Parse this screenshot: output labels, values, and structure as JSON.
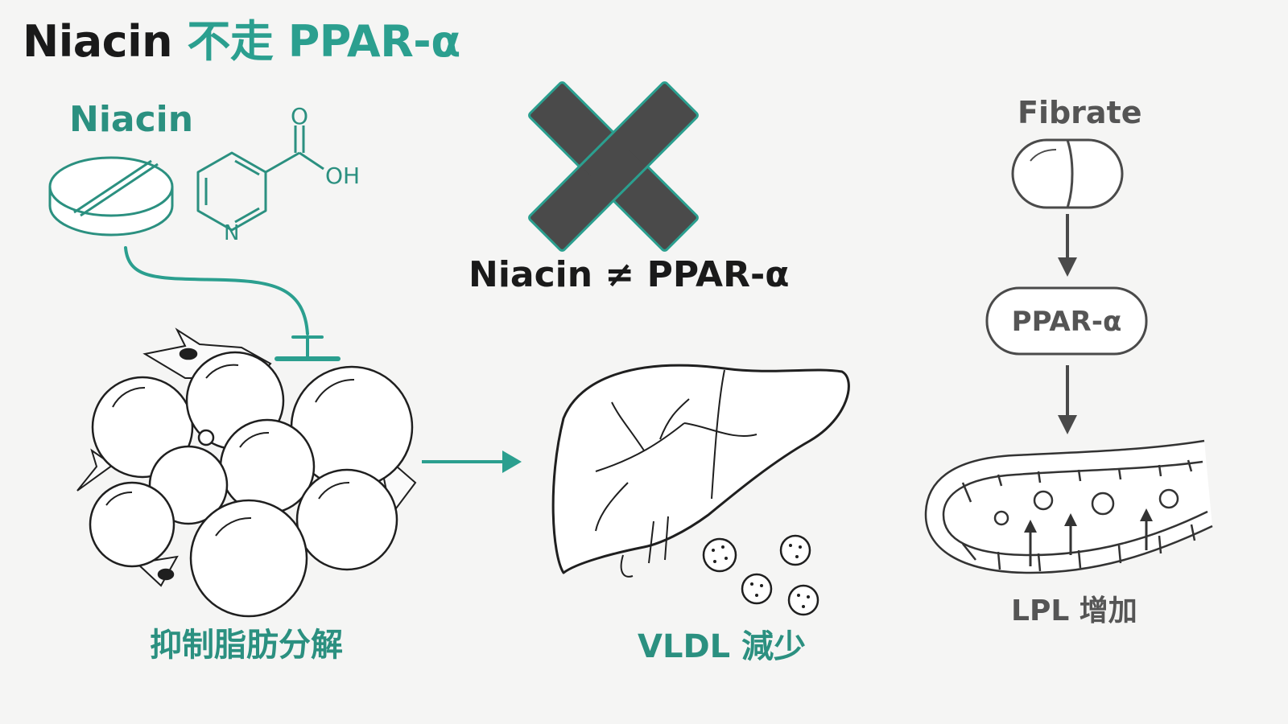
{
  "title": {
    "prefix": "Niacin",
    "suffix": "不走 PPAR-α"
  },
  "niacin": {
    "label": "Niacin",
    "structure": {
      "o_label": "O",
      "oh_label": "OH",
      "n_label": "N"
    },
    "effect_label": "抑制脂肪分解"
  },
  "center": {
    "statement": "Niacin ≠ PPAR-α",
    "icon": "cross-mark-icon"
  },
  "liver": {
    "effect_label": "VLDL 減少"
  },
  "fibrate": {
    "label": "Fibrate",
    "receptor_label": "PPAR-α",
    "effect_label": "LPL 增加"
  },
  "colors": {
    "accent": "#2b9f8f",
    "dark": "#1a1a1a",
    "gray": "#555555",
    "cross": "#4a4a4a"
  }
}
